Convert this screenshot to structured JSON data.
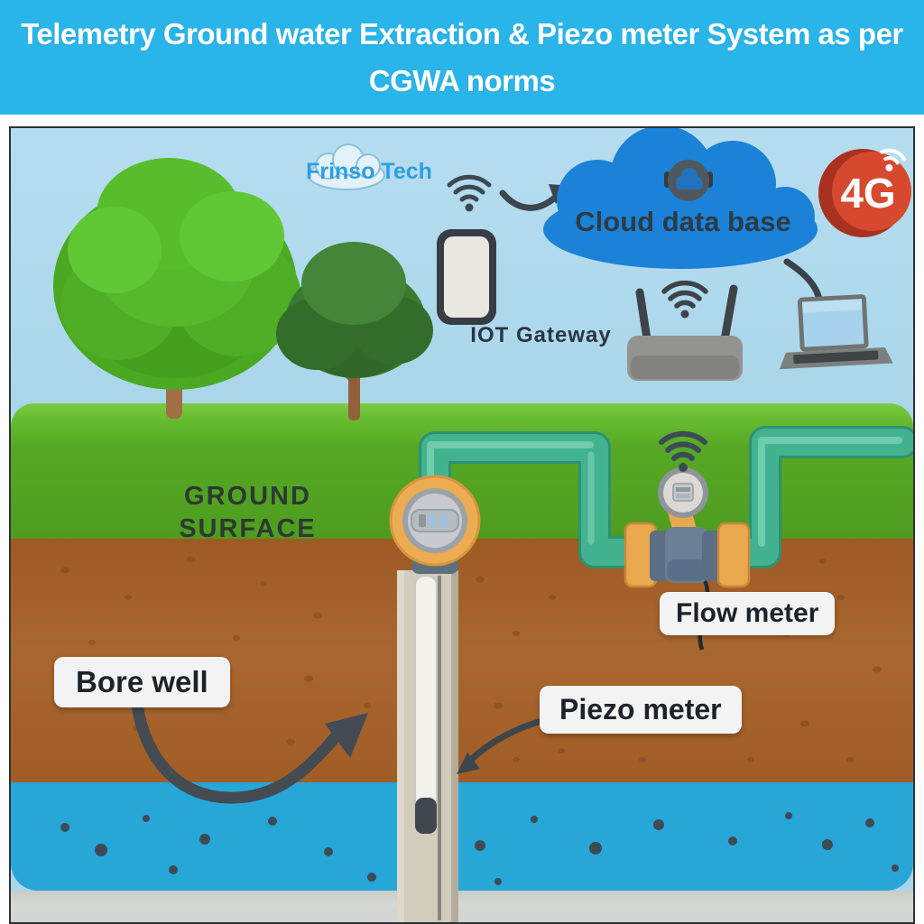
{
  "title": {
    "line1": "Telemetry Ground water Extraction & Piezo meter System as per",
    "line2": "CGWA norms"
  },
  "branding": {
    "name": "Frinso Tech"
  },
  "network": {
    "cloud_label": "Cloud data base",
    "badge": "4G",
    "gateway_label": "IOT Gateway"
  },
  "diagram_labels": {
    "ground_surface_line1": "GROUND",
    "ground_surface_line2": "SURFACE",
    "flow_meter": "Flow meter",
    "piezo_meter": "Piezo meter",
    "bore_well": "Bore well"
  },
  "icons": {
    "wifi": "wifi-arcs",
    "cloud_icon": "cloud-sync-circle",
    "badge_wifi": "wifi-arcs",
    "arrows": "curved-flow-arrows"
  },
  "colors": {
    "banner": "#2ab5ea",
    "sky": "#a6d3e8",
    "grass": "#57a925",
    "soil": "#a8622a",
    "aquifer": "#27a6d8",
    "floor": "#d6d8d4",
    "pipe": "#43b290",
    "flange": "#e9a84d",
    "meter_body": "#6b8097",
    "cloud": "#1b82d8",
    "badge_4g": "#d7492f",
    "logo_blue": "#2c9fe2",
    "label_bg": "#f3f3f3",
    "dark_slate": "#3d454d"
  }
}
